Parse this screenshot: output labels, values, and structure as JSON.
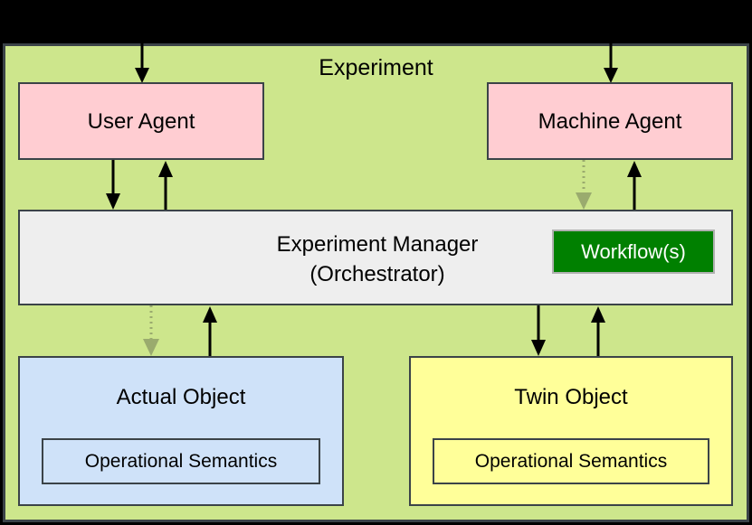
{
  "diagram": {
    "title": "Experiment",
    "type": "block-diagram",
    "colors": {
      "background": "#000000",
      "experiment_fill": "#cde68c",
      "agent_fill": "#ffcdd2",
      "manager_fill": "#eeeeee",
      "workflow_fill": "#008000",
      "workflow_text": "#ffffff",
      "actual_object_fill": "#cfe2f9",
      "twin_object_fill": "#ffff99",
      "border": "#3b4348",
      "solid_arrow": "#000000",
      "dotted_arrow": "#9aab6e"
    },
    "nodes": {
      "user_agent": {
        "label": "User Agent"
      },
      "machine_agent": {
        "label": "Machine Agent"
      },
      "experiment_manager": {
        "label_line1": "Experiment Manager",
        "label_line2": "(Orchestrator)",
        "workflow_label": "Workflow(s)"
      },
      "actual_object": {
        "label": "Actual Object",
        "sub_label": "Operational Semantics"
      },
      "twin_object": {
        "label": "Twin Object",
        "sub_label": "Operational Semantics"
      }
    },
    "edges": [
      {
        "name": "external-to-user-agent",
        "from": "external",
        "to": "user_agent",
        "style": "solid",
        "direction": "down"
      },
      {
        "name": "external-to-machine-agent",
        "from": "external",
        "to": "machine_agent",
        "style": "solid",
        "direction": "down"
      },
      {
        "name": "user-agent-to-manager",
        "from": "user_agent",
        "to": "experiment_manager",
        "style": "solid",
        "direction": "down"
      },
      {
        "name": "manager-to-user-agent",
        "from": "experiment_manager",
        "to": "user_agent",
        "style": "solid",
        "direction": "up"
      },
      {
        "name": "machine-agent-to-manager",
        "from": "machine_agent",
        "to": "experiment_manager",
        "style": "dotted",
        "direction": "down"
      },
      {
        "name": "manager-to-machine-agent",
        "from": "experiment_manager",
        "to": "machine_agent",
        "style": "solid",
        "direction": "up"
      },
      {
        "name": "manager-to-actual-object",
        "from": "experiment_manager",
        "to": "actual_object",
        "style": "dotted",
        "direction": "down"
      },
      {
        "name": "actual-object-to-manager",
        "from": "actual_object",
        "to": "experiment_manager",
        "style": "solid",
        "direction": "up"
      },
      {
        "name": "manager-to-twin-object",
        "from": "experiment_manager",
        "to": "twin_object",
        "style": "solid",
        "direction": "down"
      },
      {
        "name": "twin-object-to-manager",
        "from": "twin_object",
        "to": "experiment_manager",
        "style": "solid",
        "direction": "up"
      }
    ]
  }
}
